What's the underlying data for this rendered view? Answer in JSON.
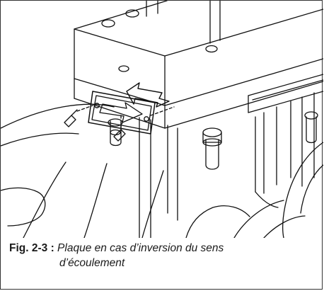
{
  "figure": {
    "label": "Fig. 2-3 :",
    "title_line1": "Plaque en cas d’inversion du sens",
    "title_line2": "d’écoulement"
  }
}
